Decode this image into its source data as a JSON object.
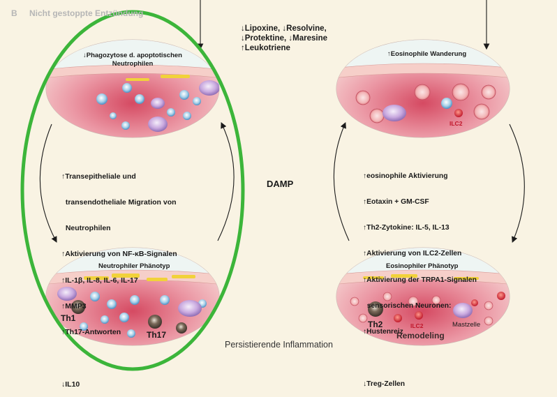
{
  "panel": {
    "letter": "B",
    "title": "Nicht gestoppte Entzündung"
  },
  "top_mediators": [
    "↓Lipoxine, ↓Resolvine,",
    "↓Protektine, ↓Maresine",
    "↑Leukotriene"
  ],
  "left": {
    "top_tissue_label": [
      "↓Phagozytose d. apoptotischen",
      "Neutrophilen"
    ],
    "mechanisms": [
      "↑Transepitheliale und",
      "  transendotheliale Migration von",
      "  Neutrophilen",
      "↑Aktivierung von NF-κB-Signalen",
      "↑IL-1β, IL-8, IL-6, IL-17",
      "↑MMP3",
      "↑Th17-Antworten",
      "",
      "↓IL10"
    ],
    "bottom_tissue_label": "Neutrophiler Phänotyp",
    "cells": {
      "th1": "Th1",
      "th17": "Th17"
    }
  },
  "center_label": "DAMP",
  "right": {
    "top_tissue_label": "↑Eosinophile Wanderung",
    "ilc2_top": "ILC2",
    "mechanisms": [
      "↑eosinophile Aktivierung",
      "↑Eotaxin + GM-CSF",
      "↑Th2-Zytokine: IL-5, IL-13",
      "↑Aktivierung von ILC2-Zellen",
      "↑Aktivierung der TRPA1-Signalen",
      "  sensorischen Neuronen:",
      "↑Hustenreiz",
      "",
      "↓Treg-Zellen"
    ],
    "bottom_tissue_label": "Eosinophiler Phänotyp",
    "cells": {
      "th2": "Th2",
      "ilc2": "ILC2",
      "mastzelle": "Mastzelle",
      "remodeling": "Remodeling"
    }
  },
  "footer": "Persistierende Inflammation",
  "colors": {
    "background": "#f9f3e3",
    "highlight_ellipse": "#3cb53a",
    "tissue_pink": "#f2bcc0",
    "tissue_red": "#d8495e",
    "lumen": "#eef5f3",
    "epithelium": "#f6cfc9",
    "fat_yellow": "#f1d23a"
  }
}
